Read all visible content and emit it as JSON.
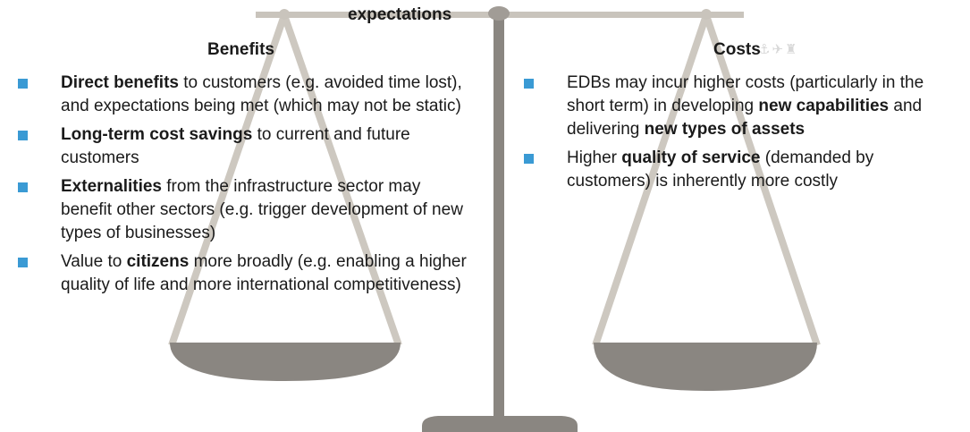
{
  "top_label": "expectations",
  "benefits": {
    "heading": "Benefits",
    "items": [
      {
        "pre": "",
        "bold": "Direct benefits",
        "post": " to customers (e.g. avoided time lost), and expectations being met (which may not be static)"
      },
      {
        "pre": "",
        "bold": "Long-term cost savings",
        "post": " to current and future customers"
      },
      {
        "pre": "",
        "bold": "Externalities",
        "post": " from the infrastructure sector may benefit other sectors (e.g. trigger development of new types of businesses)"
      },
      {
        "pre": "Value to ",
        "bold": "citizens",
        "post": " more broadly (e.g. enabling a higher quality of life and more international competitiveness)"
      }
    ]
  },
  "costs": {
    "heading": "Costs",
    "items": [
      {
        "segments": [
          {
            "text": "EDBs may incur higher costs (particularly in the short term) in developing ",
            "bold": false
          },
          {
            "text": "new capabilities",
            "bold": true
          },
          {
            "text": " and delivering ",
            "bold": false
          },
          {
            "text": "new types of assets",
            "bold": true
          }
        ]
      },
      {
        "segments": [
          {
            "text": "Higher ",
            "bold": false
          },
          {
            "text": "quality of service",
            "bold": true
          },
          {
            "text": " (demanded by customers) is inherently more costly",
            "bold": false
          }
        ]
      }
    ]
  },
  "colors": {
    "bullet": "#3a9ad4",
    "beam": "#c9c4bc",
    "pan": "#8a8681",
    "string": "#cdc8c0",
    "post": "#8a8681"
  }
}
